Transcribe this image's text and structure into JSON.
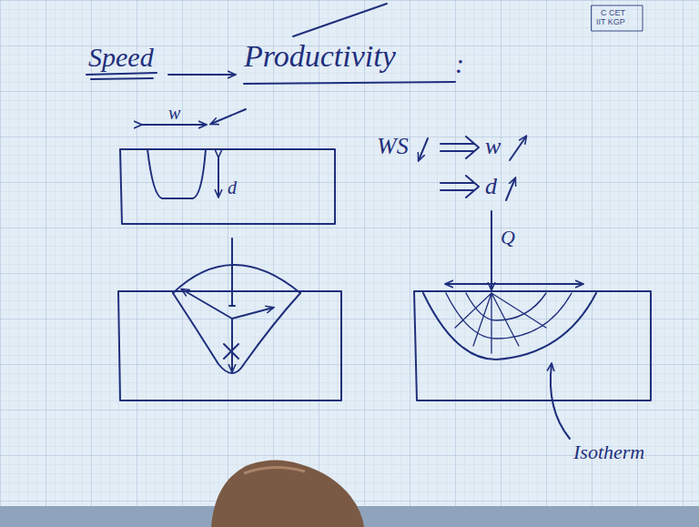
{
  "diagram": {
    "labels": [
      "C CET",
      "IIT KGP",
      "Speed",
      "Productivity",
      ":",
      "w",
      "d",
      "WS",
      "w",
      "d",
      "Q",
      "Isotherm"
    ]
  }
}
